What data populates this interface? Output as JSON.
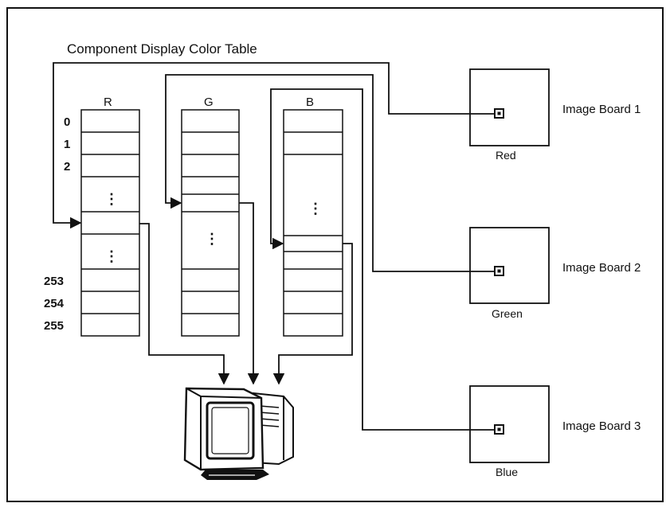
{
  "diagram": {
    "title": "Component Display Color Table",
    "columns": [
      "R",
      "G",
      "B"
    ],
    "row_numbers": [
      "0",
      "1",
      "2",
      "253",
      "254",
      "255"
    ],
    "ellipsis": "⋮",
    "boards": [
      {
        "label": "Image Board 1",
        "color": "Red"
      },
      {
        "label": "Image Board 2",
        "color": "Green"
      },
      {
        "label": "Image Board 3",
        "color": "Blue"
      }
    ],
    "monitor_icon": "monitor-icon"
  }
}
